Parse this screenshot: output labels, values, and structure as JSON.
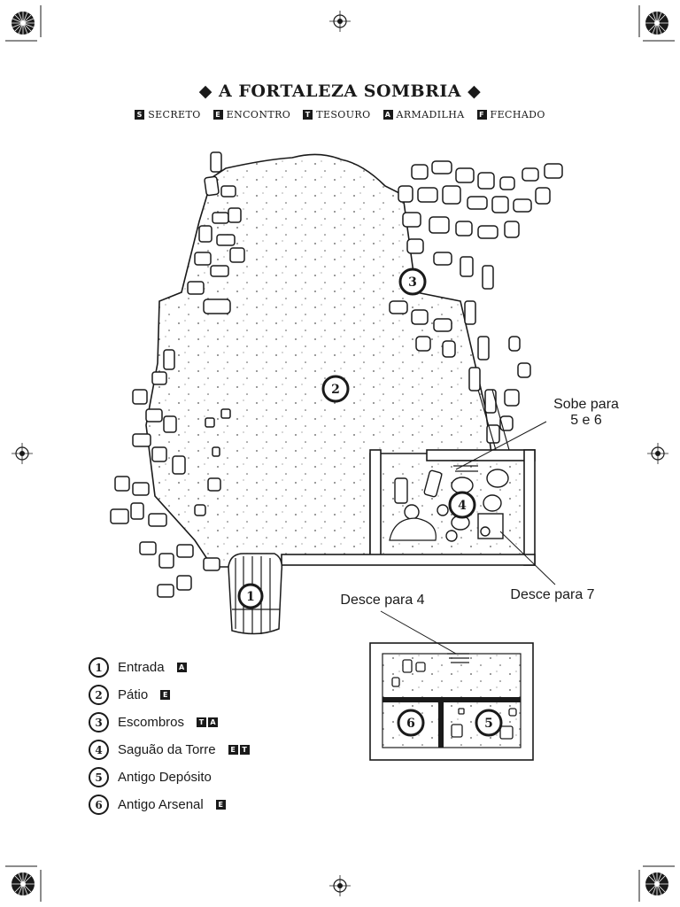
{
  "title": "A FORTALEZA SOMBRIA",
  "legend": [
    {
      "code": "S",
      "label": "SECRETO"
    },
    {
      "code": "E",
      "label": "ENCONTRO"
    },
    {
      "code": "T",
      "label": "TESOURO"
    },
    {
      "code": "A",
      "label": "ARMADILHA"
    },
    {
      "code": "F",
      "label": "FECHADO"
    }
  ],
  "rooms": [
    {
      "number": "1",
      "name": "Entrada",
      "tags": [
        "A"
      ]
    },
    {
      "number": "2",
      "name": "Pátio",
      "tags": [
        "E"
      ]
    },
    {
      "number": "3",
      "name": "Escombros",
      "tags": [
        "T",
        "A"
      ]
    },
    {
      "number": "4",
      "name": "Saguão da Torre",
      "tags": [
        "E",
        "T"
      ]
    },
    {
      "number": "5",
      "name": "Antigo Depósito",
      "tags": []
    },
    {
      "number": "6",
      "name": "Antigo Arsenal",
      "tags": [
        "E"
      ]
    }
  ],
  "map_labels": {
    "up_line1": "Sobe para",
    "up_line2": "5 e 6",
    "down_to_7": "Desce para 7",
    "down_to_4": "Desce para 4"
  },
  "map_markers": [
    "1",
    "2",
    "3",
    "4",
    "5",
    "6"
  ]
}
